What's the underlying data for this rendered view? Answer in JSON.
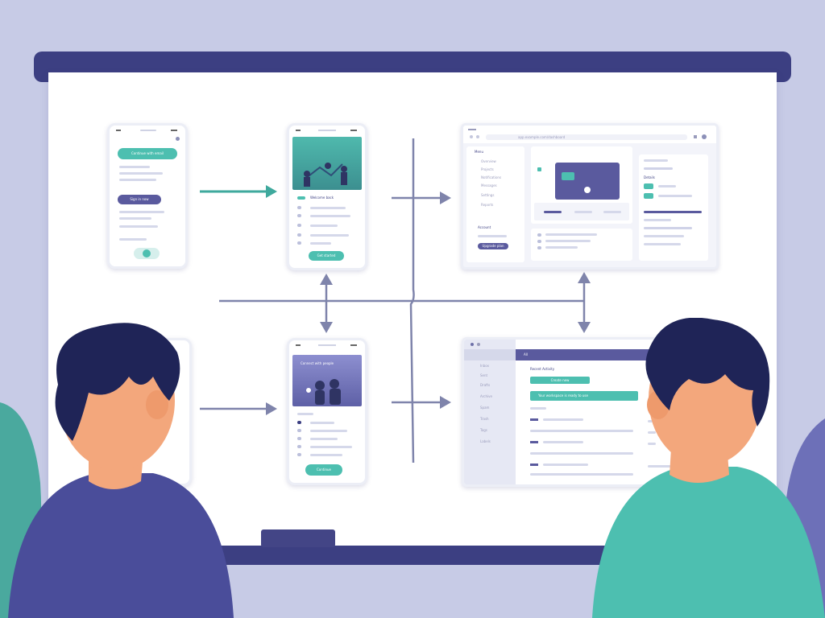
{
  "colors": {
    "background": "#c7cbe6",
    "navy": "#3c3f82",
    "teal": "#4dbfb0",
    "purple": "#5a5a9e",
    "board": "#ffffff",
    "arrow": "#7f84ab"
  },
  "screens": {
    "phone_login": {
      "button_label": "Continue with email",
      "primary_label": "Sign in now"
    },
    "phone_home": {
      "title": "Welcome back",
      "button_label": "Get started"
    },
    "phone_profile": {
      "header": "Connect with people",
      "button_label": "Continue"
    },
    "dashboard_top": {
      "address": "app.example.com/dashboard",
      "nav_title": "Menu",
      "nav_items": [
        "Overview",
        "Projects",
        "Notifications",
        "Messages",
        "Settings",
        "Reports"
      ],
      "nav_section": "Account",
      "nav_button": "Upgrade plan",
      "panel_title": "Details"
    },
    "dashboard_bottom": {
      "tab": "All",
      "nav_items": [
        "Inbox",
        "Sent",
        "Drafts",
        "Archive",
        "Spam",
        "Trash",
        "Tags",
        "Labels"
      ],
      "heading": "Recent Activity",
      "primary_button": "Create new",
      "banner": "Your workspace is ready to use"
    }
  },
  "icons": [
    "arrow-right-icon",
    "arrow-up-down-icon",
    "wifi-icon",
    "battery-icon",
    "search-icon",
    "menu-icon"
  ]
}
